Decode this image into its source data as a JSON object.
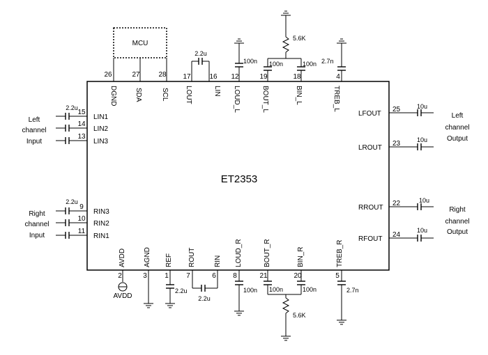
{
  "chip": {
    "name": "ET2353",
    "mcu_label": "MCU",
    "top_pins": [
      {
        "num": "26",
        "label": "DGND"
      },
      {
        "num": "27",
        "label": "SDA"
      },
      {
        "num": "28",
        "label": "SCL"
      },
      {
        "num": "17",
        "label": "LOUT"
      },
      {
        "num": "16",
        "label": "LIN"
      },
      {
        "num": "12",
        "label": "LOUD_L"
      },
      {
        "num": "19",
        "label": "BOUT_L"
      },
      {
        "num": "18",
        "label": "BIN_L"
      },
      {
        "num": "4",
        "label": "TREB_L"
      }
    ],
    "bottom_pins": [
      {
        "num": "2",
        "label": "AVDD"
      },
      {
        "num": "3",
        "label": "AGND"
      },
      {
        "num": "1",
        "label": "REF"
      },
      {
        "num": "7",
        "label": "ROUT"
      },
      {
        "num": "6",
        "label": "RIN"
      },
      {
        "num": "8",
        "label": "LOUD_R"
      },
      {
        "num": "21",
        "label": "BOUT_R"
      },
      {
        "num": "20",
        "label": "BIN_R"
      },
      {
        "num": "5",
        "label": "TREB_R"
      }
    ],
    "left_pins": [
      {
        "num": "15",
        "label": "LIN1"
      },
      {
        "num": "14",
        "label": "LIN2"
      },
      {
        "num": "13",
        "label": "LIN3"
      },
      {
        "num": "9",
        "label": "RIN3"
      },
      {
        "num": "10",
        "label": "RIN2"
      },
      {
        "num": "11",
        "label": "RIN1"
      }
    ],
    "right_pins": [
      {
        "num": "25",
        "label": "LFOUT"
      },
      {
        "num": "23",
        "label": "LROUT"
      },
      {
        "num": "22",
        "label": "RROUT"
      },
      {
        "num": "24",
        "label": "RFOUT"
      }
    ]
  },
  "components": {
    "cap_2_2u": "2.2u",
    "cap_100n": "100n",
    "cap_2_7n": "2.7n",
    "cap_10u": "10u",
    "res_5_6k": "5.6K",
    "avdd_label": "AVDD"
  },
  "external_labels": {
    "left_input": [
      "Left",
      "channel",
      "Input"
    ],
    "right_input": [
      "Right",
      "channel",
      "Input"
    ],
    "left_output": [
      "Left",
      "channel",
      "Output"
    ],
    "right_output": [
      "Right",
      "channel",
      "Output"
    ]
  }
}
